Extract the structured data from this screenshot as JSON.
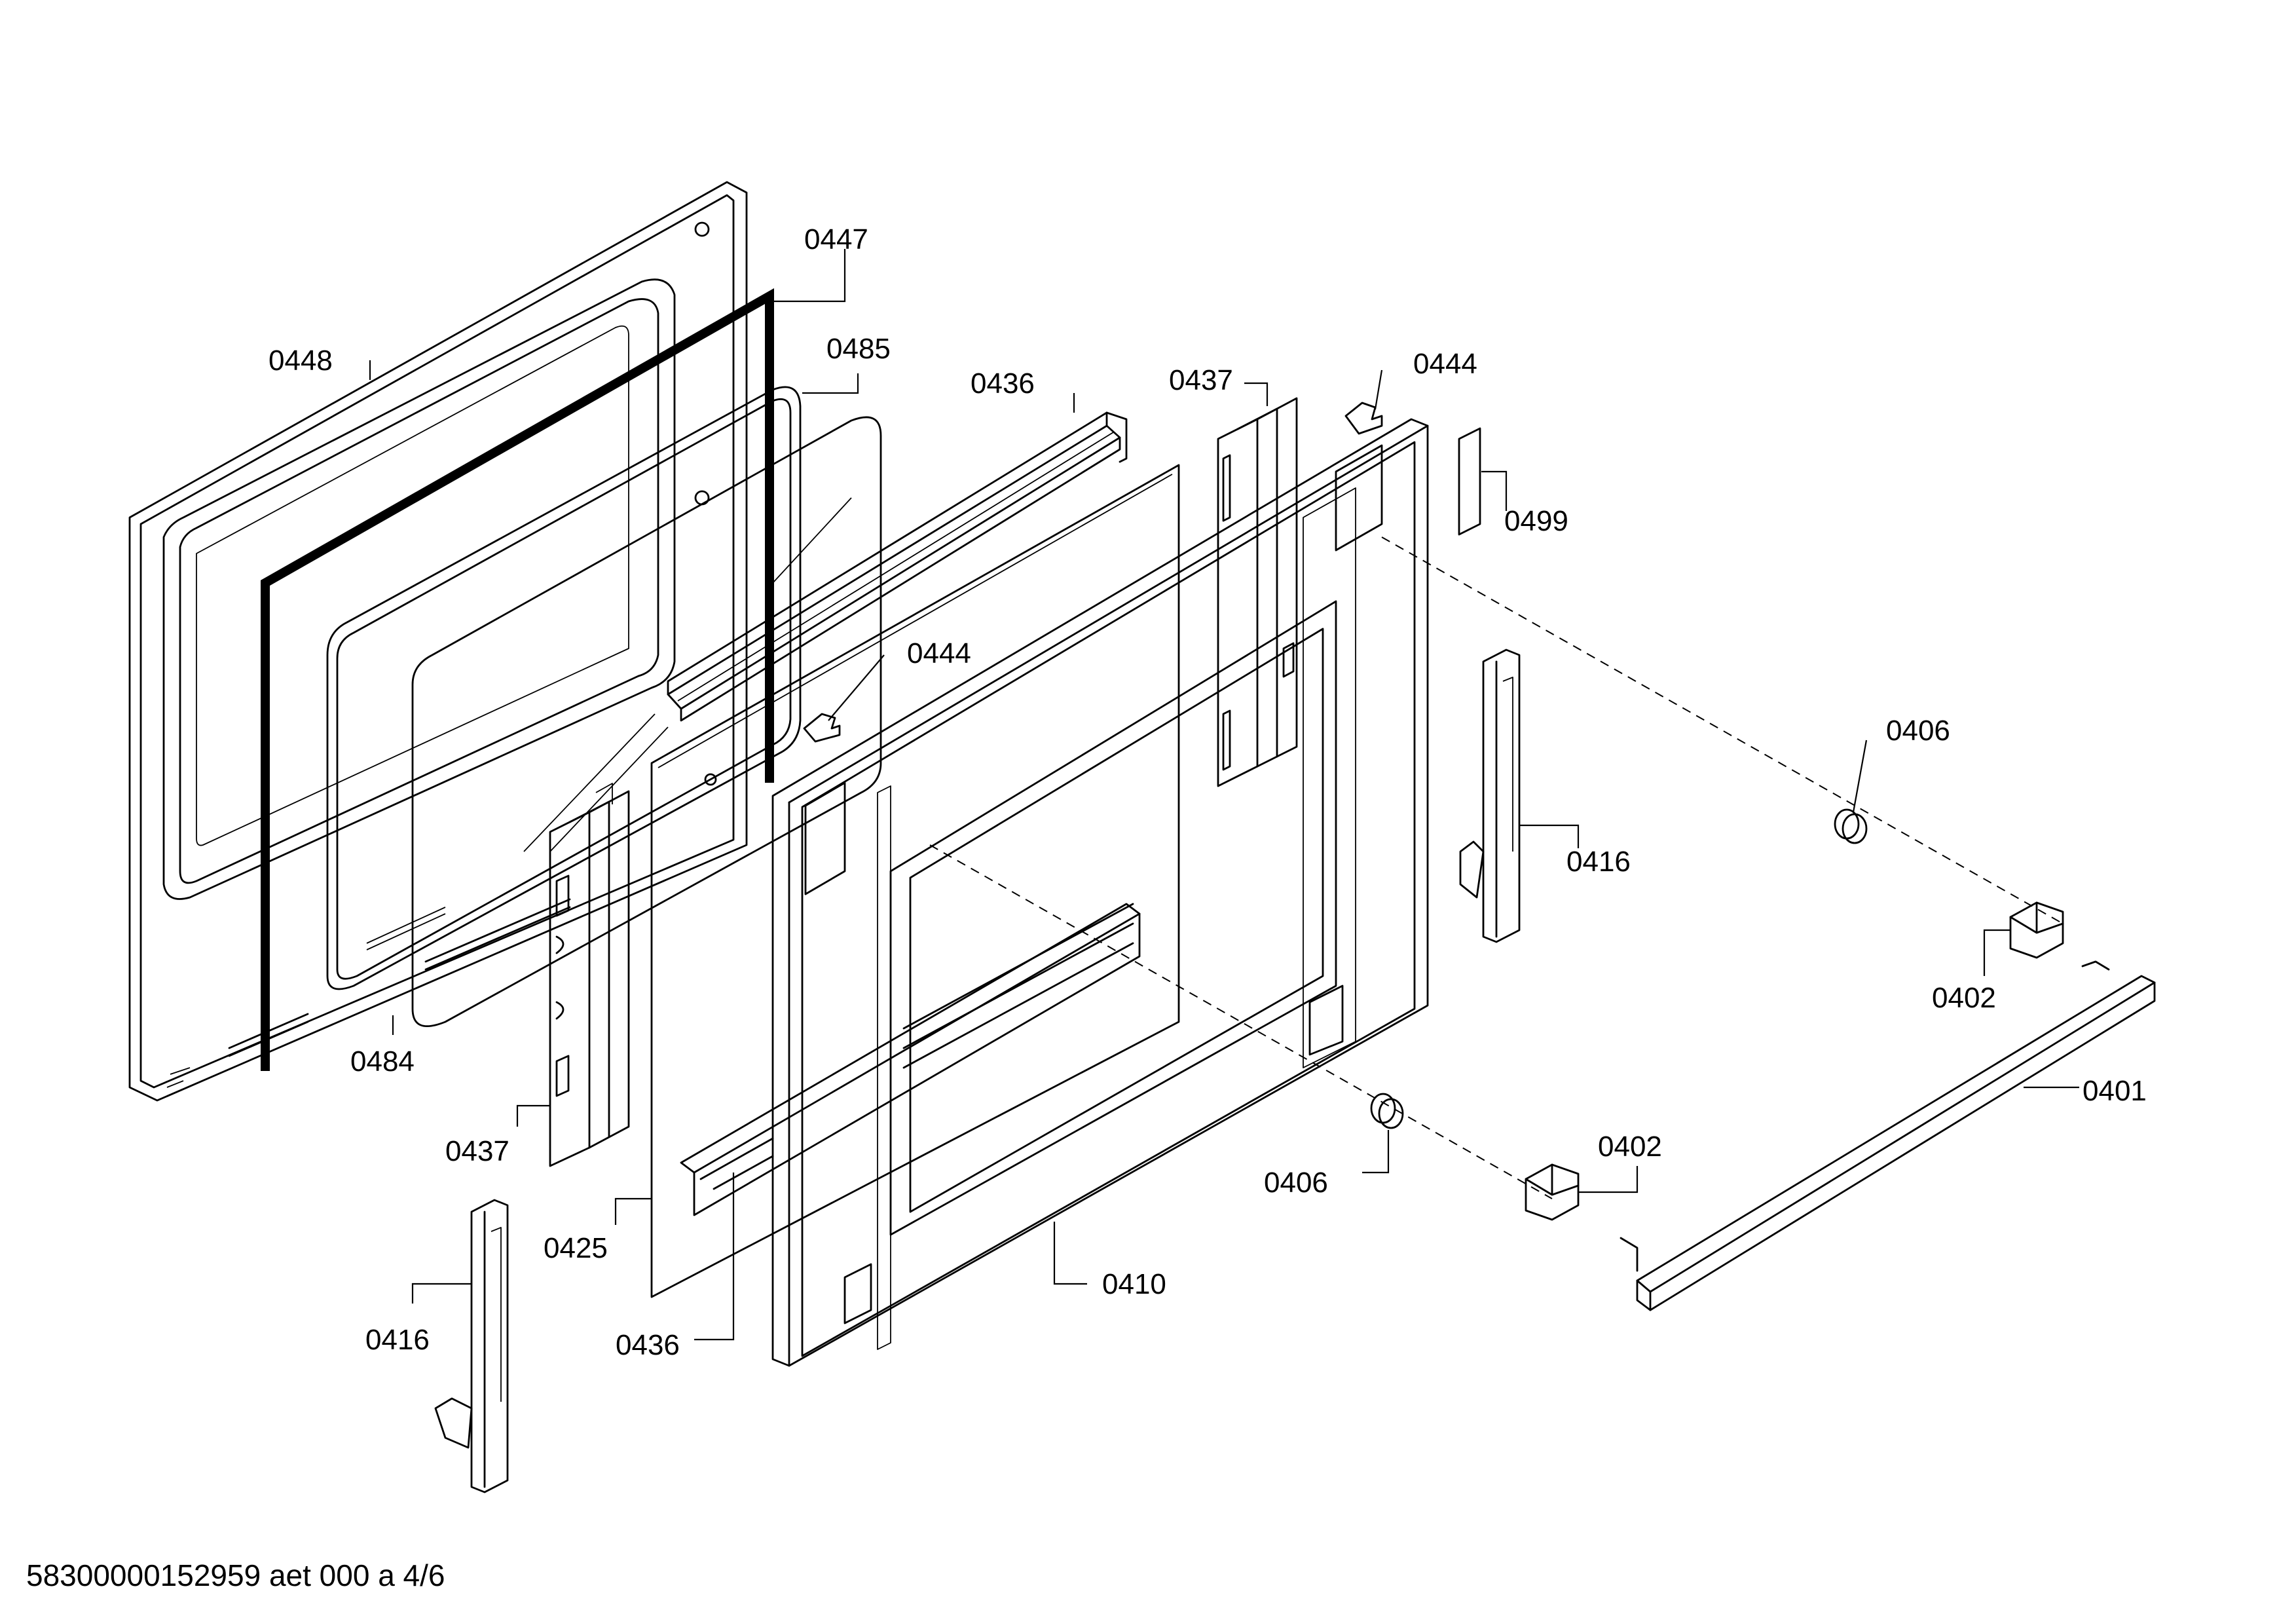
{
  "labels": {
    "p0448": "0448",
    "p0447": "0447",
    "p0485": "0485",
    "p0436_top": "0436",
    "p0437_top": "0437",
    "p0444_top": "0444",
    "p0499": "0499",
    "p0444_mid": "0444",
    "p0406_right": "0406",
    "p0416_right": "0416",
    "p0402_right": "0402",
    "p0401": "0401",
    "p0484": "0484",
    "p0437_bottom": "0437",
    "p0425": "0425",
    "p0416_left": "0416",
    "p0436_bottom": "0436",
    "p0410": "0410",
    "p0406_bottom": "0406",
    "p0402_bottom": "0402"
  },
  "footer": "58300000152959 aet 000 a 4/6"
}
